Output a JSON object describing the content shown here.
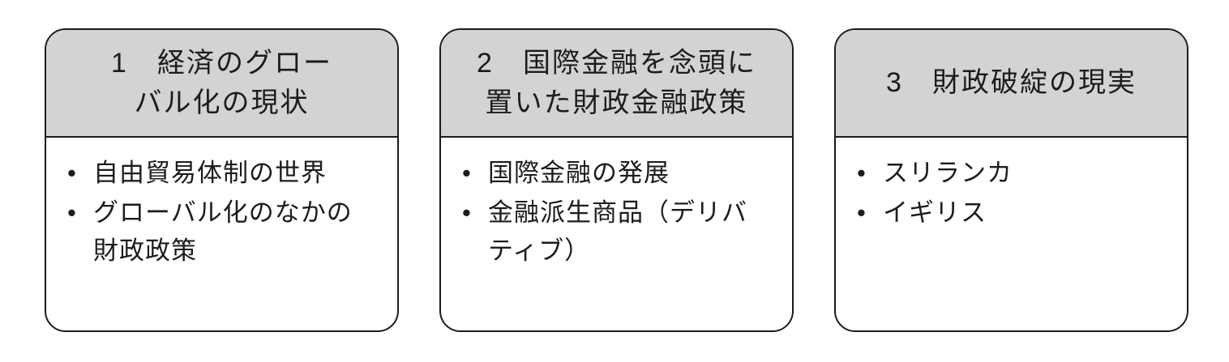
{
  "bullet_char": "•",
  "colors": {
    "header_bg": "#d3d3d3",
    "border": "#1c1c1c",
    "text": "#1c1c1c",
    "background": "#ffffff"
  },
  "cards": [
    {
      "number": "1",
      "title": "経済のグローバル化の現状",
      "title_lines": [
        "1　経済のグロー",
        "バル化の現状"
      ],
      "bullets": [
        "自由貿易体制の世界",
        "グローバル化のなかの\n財政政策"
      ]
    },
    {
      "number": "2",
      "title": "国際金融を念頭に置いた財政金融政策",
      "title_lines": [
        "2　国際金融を念頭に",
        "置いた財政金融政策"
      ],
      "bullets": [
        "国際金融の発展",
        "金融派生商品（デリバ\nティブ）"
      ]
    },
    {
      "number": "3",
      "title": "財政破綻の現実",
      "title_lines": [
        "3　財政破綻の現実"
      ],
      "bullets": [
        "スリランカ",
        "イギリス"
      ]
    }
  ]
}
